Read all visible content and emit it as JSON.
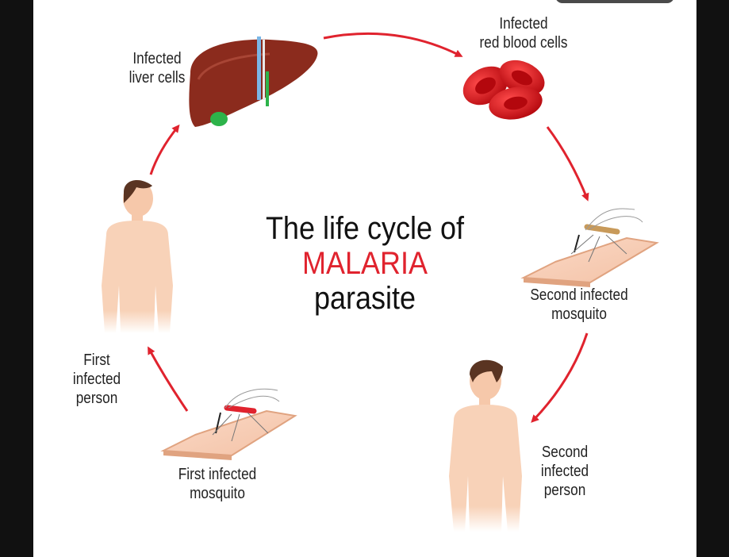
{
  "title": {
    "line1": "The life cycle of",
    "line2": "MALARIA",
    "line3": "parasite",
    "highlight_color": "#e0232e"
  },
  "stages": {
    "liver": "Infected\nliver cells",
    "rbc": "Infected\nred blood cells",
    "second_mosquito": "Second infected\nmosquito",
    "second_person": "Second\ninfected\nperson",
    "first_mosquito": "First infected\nmosquito",
    "first_person": "First\ninfected\nperson"
  },
  "colors": {
    "arrow": "#e0232e",
    "skin": "#f8d2b8",
    "liver": "#8b2b1d",
    "blood": "#d8141c"
  }
}
